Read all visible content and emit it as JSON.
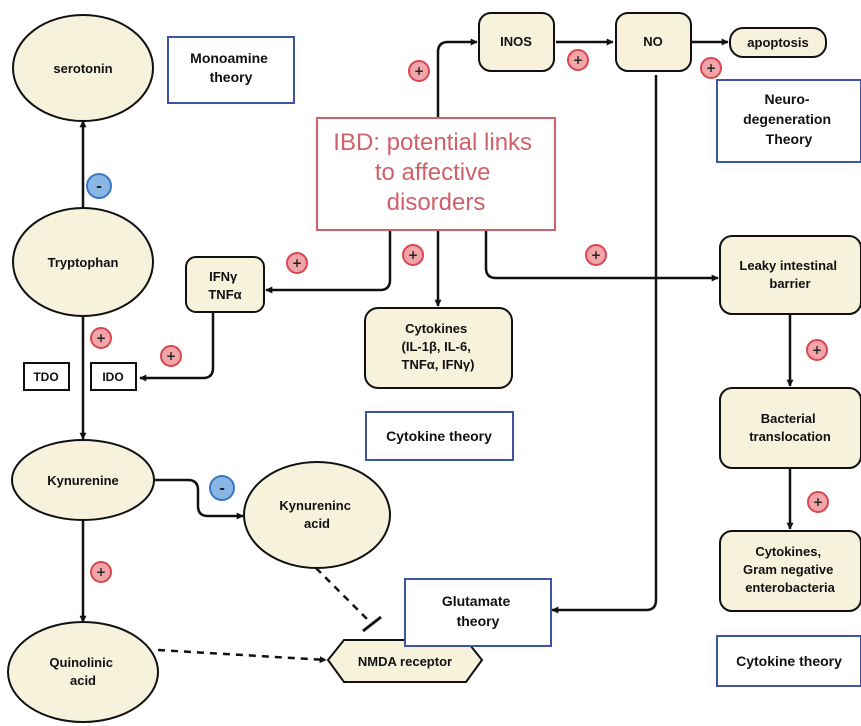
{
  "title": [
    "IBD: potential links",
    "to affective",
    "disorders"
  ],
  "nodes": {
    "serotonin": [
      "serotonin"
    ],
    "tryptophan": [
      "Tryptophan"
    ],
    "kynurenine": [
      "Kynurenine"
    ],
    "kynurenic_acid": [
      "Kynureninc",
      "acid"
    ],
    "quinolinic_acid": [
      "Quinolinic",
      "acid"
    ],
    "nmda_receptor": [
      "NMDA receptor"
    ],
    "tdo": [
      "TDO"
    ],
    "ido": [
      "IDO"
    ],
    "ifn_tnf": [
      "IFNγ",
      "TNFα"
    ],
    "cytokines_center": [
      "Cytokines",
      "(IL-1β, IL-6,",
      "TNFα, IFNγ)"
    ],
    "inos": [
      "INOS"
    ],
    "no": [
      "NO"
    ],
    "apoptosis": [
      "apoptosis"
    ],
    "leaky_barrier": [
      "Leaky intestinal",
      "barrier"
    ],
    "bacterial_translocation": [
      "Bacterial",
      "translocation"
    ],
    "cytokines_right": [
      "Cytokines,",
      "Gram negative",
      "enterobacteria"
    ]
  },
  "theories": {
    "monoamine": [
      "Monoamine",
      "theory"
    ],
    "neurodegeneration": [
      "Neuro-",
      "degeneration",
      "Theory"
    ],
    "cytokine_center": [
      "Cytokine theory"
    ],
    "glutamate": [
      "Glutamate",
      "theory"
    ],
    "cytokine_right": [
      "Cytokine theory"
    ]
  },
  "signs": {
    "plus": "+",
    "minus": "-"
  },
  "colors": {
    "node_fill": "#f6f2dc",
    "theory_border": "#3d55a3",
    "title_border": "#d0606a",
    "title_text": "#d0606a",
    "plus_fill": "#f1a5a9",
    "plus_ring": "#d84650",
    "minus_fill": "#8ab6e6",
    "minus_ring": "#3b78c4",
    "line": "#111111"
  }
}
